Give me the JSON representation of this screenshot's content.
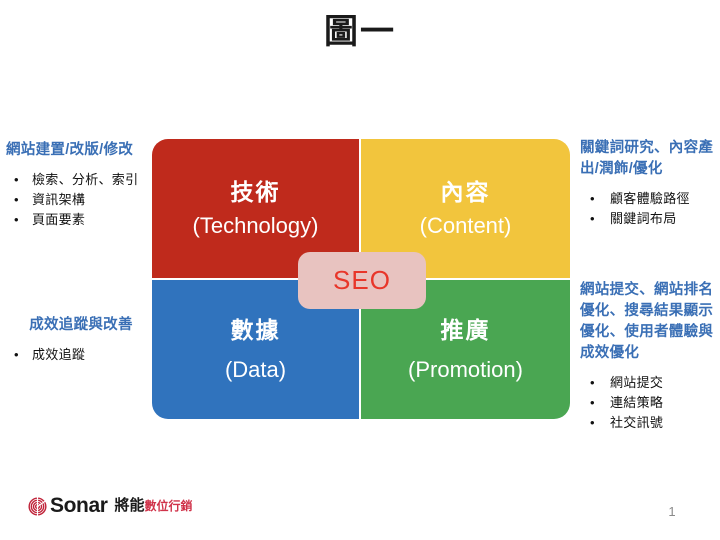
{
  "slide": {
    "title": "圖一",
    "page_number": "1"
  },
  "matrix": {
    "quadrants": [
      {
        "name": "technology",
        "cn": "技術",
        "en": "(Technology)",
        "color": "#bf2a1c"
      },
      {
        "name": "content",
        "cn": "內容",
        "en": "(Content)",
        "color": "#f2c53d"
      },
      {
        "name": "data",
        "cn": "數據",
        "en": "(Data)",
        "color": "#3073bd"
      },
      {
        "name": "promotion",
        "cn": "推廣",
        "en": "(Promotion)",
        "color": "#4aa652"
      }
    ],
    "center": {
      "label": "SEO",
      "background": "#e8c3c0",
      "text_color": "#e8362a"
    }
  },
  "annotations": {
    "left_top": {
      "heading": "網站建置/改版/修改",
      "items": [
        "檢索、分析、索引",
        "資訊架構",
        "頁面要素"
      ]
    },
    "left_bottom": {
      "heading": "成效追蹤與改善",
      "items": [
        "成效追蹤"
      ]
    },
    "right_top": {
      "heading": "關鍵詞研究、內容產出/潤飾/優化",
      "items": [
        "顧客體驗路徑",
        "關鍵詞布局"
      ]
    },
    "right_bottom": {
      "heading": "網站提交、網站排名優化、搜尋結果顯示優化、使用者體驗與成效優化",
      "items": [
        "網站提交",
        "連結策略",
        "社交訊號"
      ]
    },
    "bullet_glyph": "•",
    "heading_color": "#3a6fb5"
  },
  "footer": {
    "logo_icon": "sonar-spiral-icon",
    "wordmark": "Sonar",
    "tagline_primary": "將能",
    "tagline_secondary": "數位行銷",
    "accent_color": "#d0334a"
  }
}
